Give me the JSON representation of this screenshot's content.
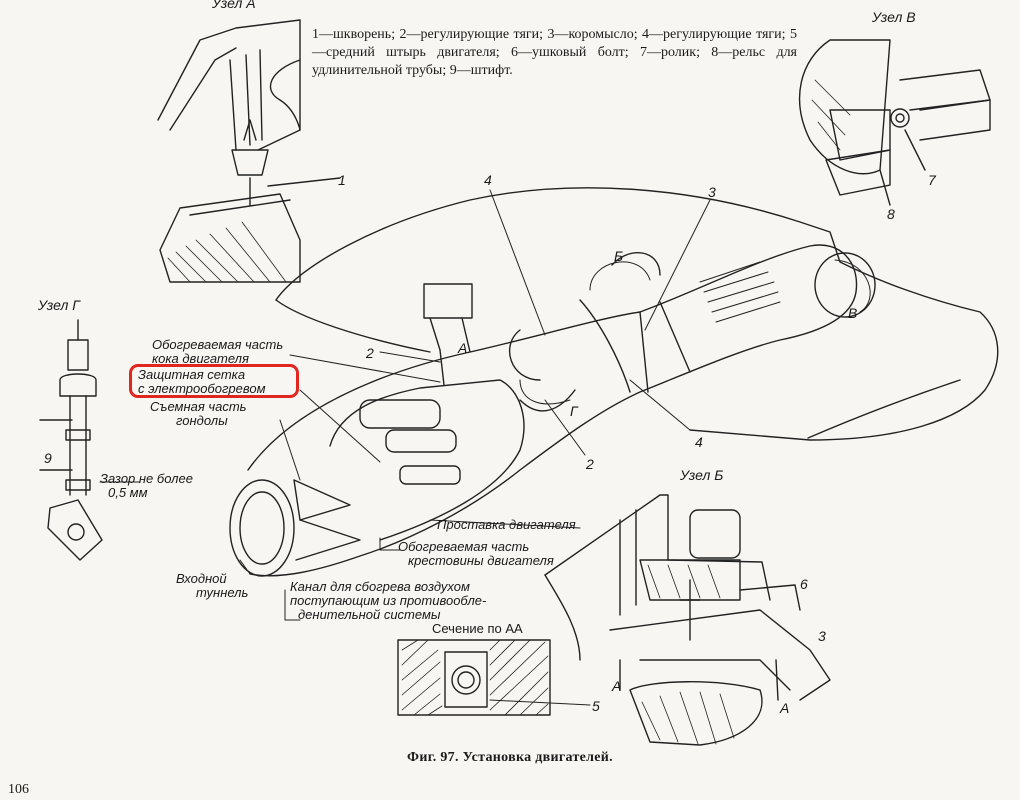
{
  "legend": "1—шкворень; 2—регулирующие тяги; 3—коромысло; 4—регулирующие тяги; 5—средний штырь двигателя; 6—ушковый болт; 7—ролик; 8—рельс для удлинительной трубы; 9—штифт.",
  "nodes": {
    "a": "Узел А",
    "b": "Узел Б",
    "v": "Узел В",
    "g": "Узел Г"
  },
  "labels": {
    "heated_hood_1": "Обогреваемая часть",
    "heated_hood_2": "кока двигателя",
    "grid_1": "Защитная сетка",
    "grid_2": "с электрообогревом",
    "removable_1": "Съемная часть",
    "removable_2": "гондолы",
    "gap_1": "Зазор не более",
    "gap_2": "0,5 мм",
    "spacer": "Проставка двигателя",
    "cross_1": "Обогреваемая часть",
    "cross_2": "крестовины двигателя",
    "tunnel_1": "Входной",
    "tunnel_2": "туннель",
    "channel_1": "Канал для сбогрева воздухом",
    "channel_2": "поступающим из противообле-",
    "channel_3": "денительной системы",
    "section": "Сечение по АА"
  },
  "marks": {
    "n1": "1",
    "n2a": "2",
    "n2b": "2",
    "n3a": "3",
    "n3b": "3",
    "n4a": "4",
    "n4b": "4",
    "n5": "5",
    "n6": "6",
    "n7": "7",
    "n8": "8",
    "n9": "9",
    "A1": "А",
    "A2": "А",
    "A3": "А",
    "B_ar": "Б",
    "V_ar": "В",
    "G_ar": "Г"
  },
  "caption": "Фиг. 97. Установка двигателей.",
  "page_number": "106",
  "highlight_color": "#e0261f"
}
